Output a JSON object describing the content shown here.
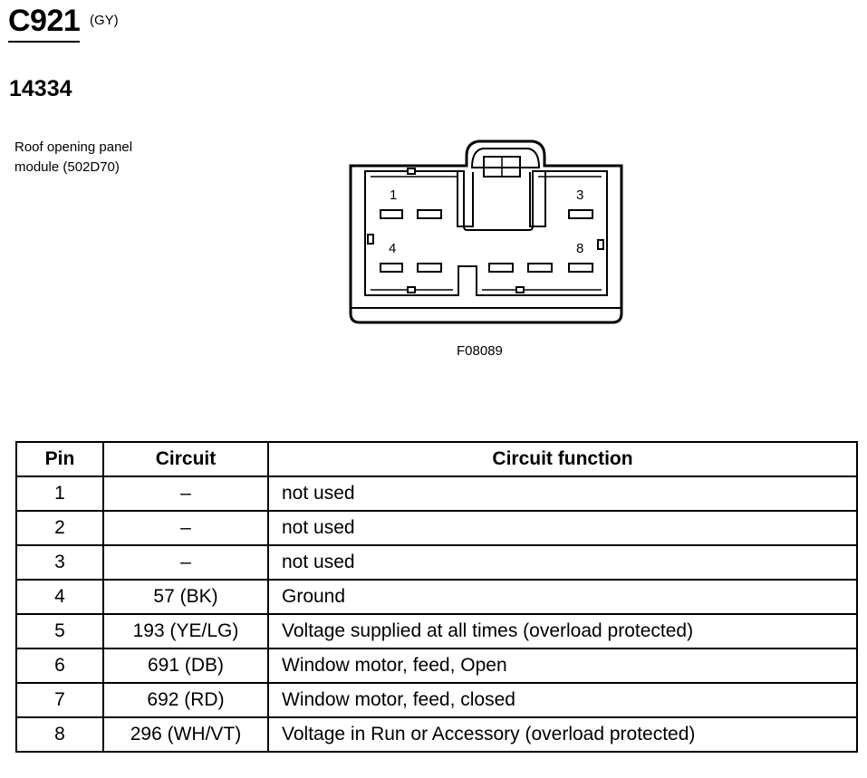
{
  "connector": {
    "id": "C921",
    "color": "(GY)",
    "part_number": "14334"
  },
  "description": [
    "Roof opening panel",
    "module (502D70)"
  ],
  "figure_id": "F08089",
  "pin_labels": [
    "1",
    "3",
    "4",
    "8"
  ],
  "table": {
    "headers": [
      "Pin",
      "Circuit",
      "Circuit function"
    ],
    "rows": [
      {
        "pin": "1",
        "circuit": "–",
        "function": "not used"
      },
      {
        "pin": "2",
        "circuit": "–",
        "function": "not used"
      },
      {
        "pin": "3",
        "circuit": "–",
        "function": "not used"
      },
      {
        "pin": "4",
        "circuit": "57 (BK)",
        "function": "Ground"
      },
      {
        "pin": "5",
        "circuit": "193 (YE/LG)",
        "function": "Voltage supplied at all times (overload protected)"
      },
      {
        "pin": "6",
        "circuit": "691 (DB)",
        "function": "Window motor, feed, Open"
      },
      {
        "pin": "7",
        "circuit": "692 (RD)",
        "function": "Window motor, feed, closed"
      },
      {
        "pin": "8",
        "circuit": "296 (WH/VT)",
        "function": "Voltage in Run or Accessory (overload protected)"
      }
    ]
  }
}
